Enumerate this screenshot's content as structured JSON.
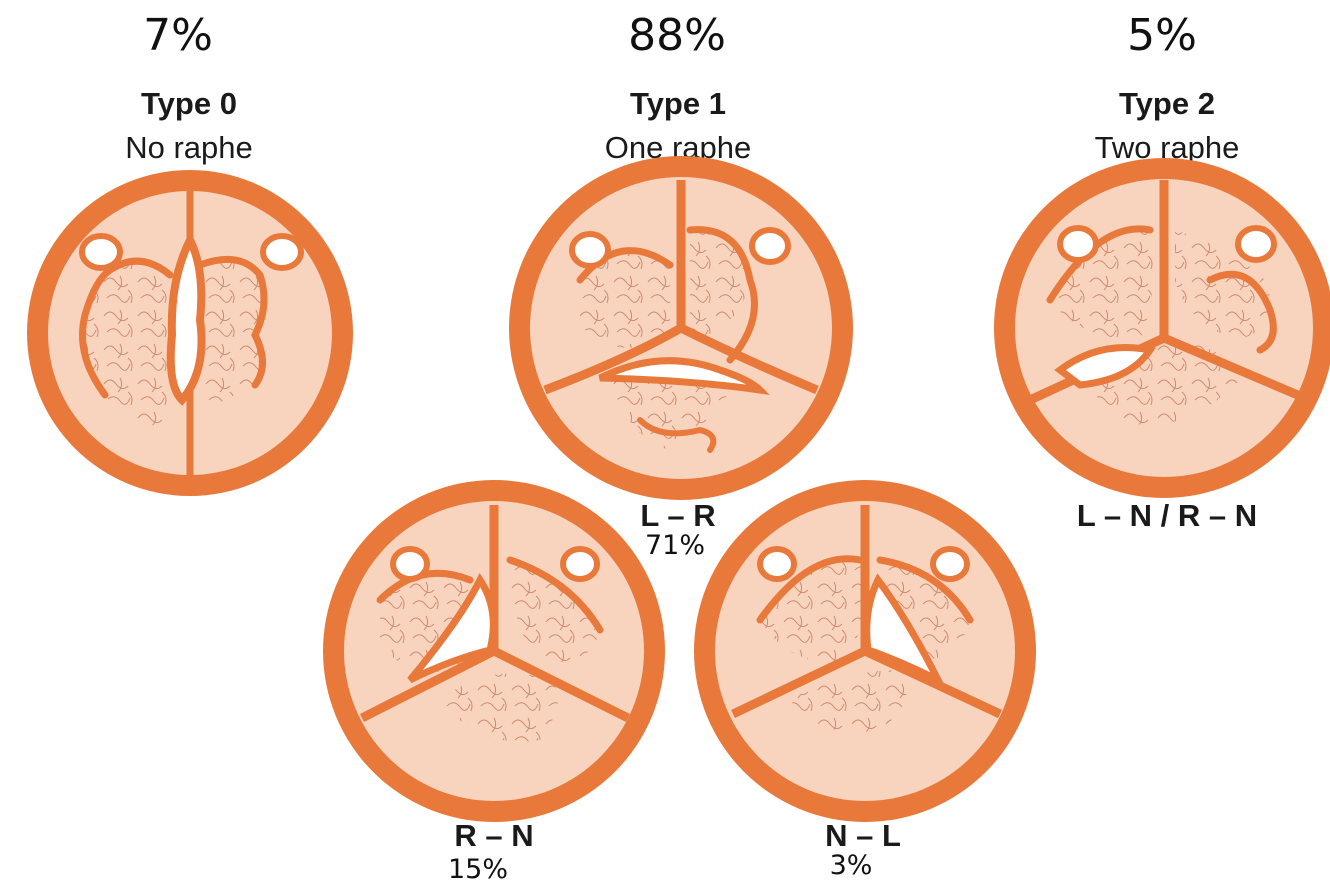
{
  "types": [
    {
      "percent": "7%",
      "name": "Type 0",
      "description": "No raphe"
    },
    {
      "percent": "88%",
      "name": "Type 1",
      "description": "One raphe"
    },
    {
      "percent": "5%",
      "name": "Type 2",
      "description": "Two raphe"
    }
  ],
  "subtypes": [
    {
      "label": "L – R",
      "percent": "71%"
    },
    {
      "label": "R – N",
      "percent": "15%"
    },
    {
      "label": "N – L",
      "percent": "3%"
    },
    {
      "label": "L – N / R – N"
    }
  ],
  "colors": {
    "ring": "#e8793a",
    "fill": "#f8d3bd",
    "line": "#d9876a"
  }
}
